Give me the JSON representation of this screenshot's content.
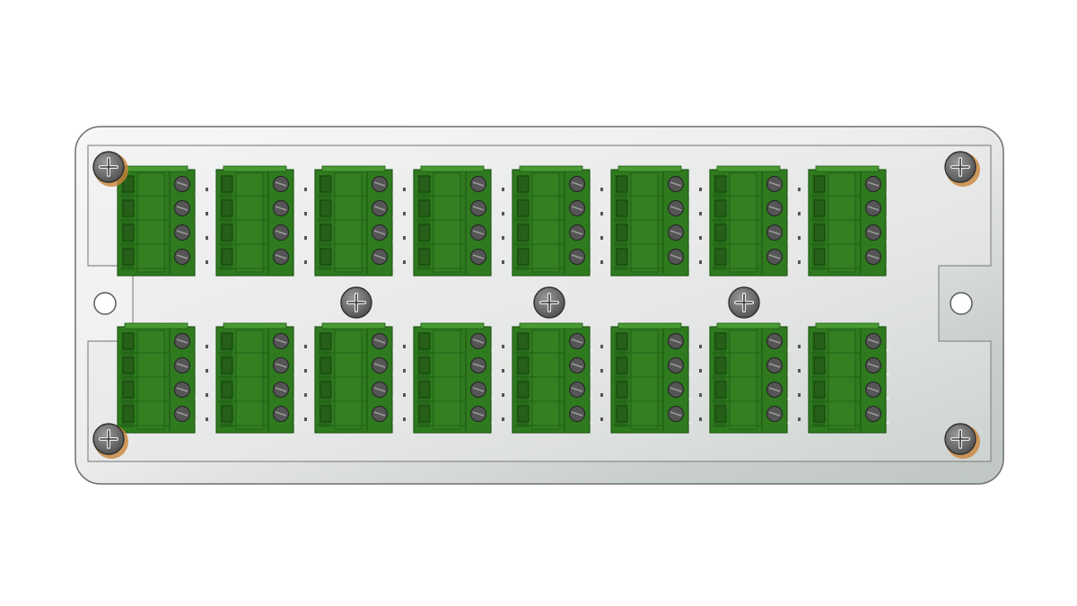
{
  "colors": {
    "background": "#ffffff",
    "plate_light": "#f2f2f2",
    "plate_mid": "#d2d6d4",
    "plate_edge": "#7f7f7f",
    "pcb_face": "#e6e8e7",
    "terminal_green": "#2f7a1f",
    "terminal_dark": "#1f5a14",
    "terminal_light": "#4a9a34",
    "screw_grey": "#6d6d6d",
    "screw_dark": "#3f3f3f",
    "standoff_orange": "#c9833a"
  },
  "icons": {
    "mount_screw": "phillips-screw-icon",
    "mount_hole": "mounting-hole-icon",
    "terminal_block": "pluggable-terminal-block-icon"
  },
  "layout": {
    "rows": 2,
    "blocks_per_row": 8,
    "positions_per_block": 4,
    "mounting_screws": 7,
    "mounting_holes": 2
  }
}
